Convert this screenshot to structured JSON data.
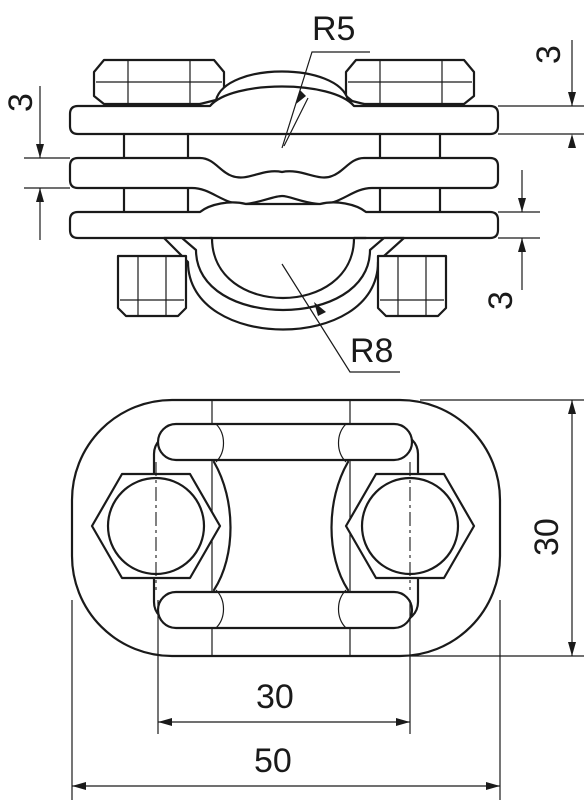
{
  "drawing": {
    "radius_top": "R5",
    "radius_bottom": "R8",
    "plate_gap_label": "3",
    "plate_right_top_label": "3",
    "plate_right_bottom_label": "3",
    "height_label": "30",
    "inner_width_label": "30",
    "outer_width_label": "50"
  }
}
